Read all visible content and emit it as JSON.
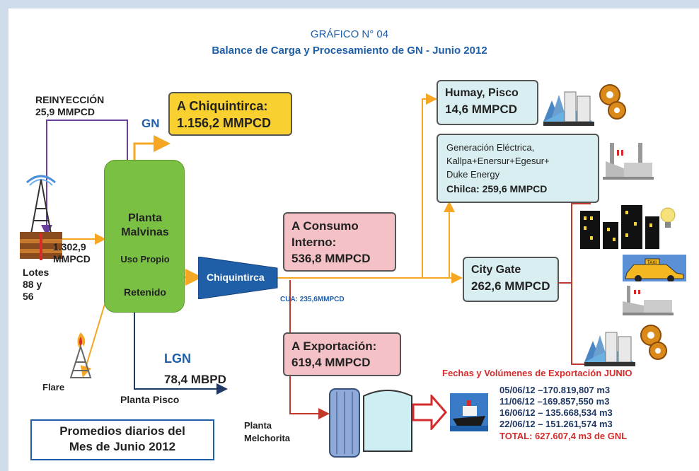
{
  "header": {
    "figure_number": "GRÁFICO N° 04",
    "title": "Balance de Carga y Procesamiento de GN - Junio 2012"
  },
  "reinyeccion": {
    "label": "REINYECCIÓN",
    "value": "25,9 MMPCD"
  },
  "gn_label": "GN",
  "chiquintirca_box": {
    "line1": "A Chiquintirca:",
    "line2": "1.156,2 MMPCD"
  },
  "lotes": {
    "flow": "1.302,9",
    "unit": "MMPCD",
    "line1": "Lotes",
    "line2": "88 y",
    "line3": "56"
  },
  "flare_label": "Flare",
  "planta_malvinas": {
    "line1": "Planta",
    "line2": "Malvinas",
    "line3": "Uso Propio",
    "line4": "Retenido"
  },
  "lgn": {
    "label": "LGN",
    "value": "78,4 MBPD",
    "destination": "Planta Pisco"
  },
  "chiquintirca_node": "Chiquintirca",
  "cua_label": "CUA: 235,6MMPCD",
  "consumo_interno": {
    "line1": "A Consumo",
    "line2": "Interno:",
    "line3": "536,8 MMPCD"
  },
  "humay": {
    "line1": "Humay, Pisco",
    "line2": "14,6 MMPCD"
  },
  "generacion": {
    "line1": "Generación Eléctrica,",
    "line2": "Kallpa+Enersur+Egesur+",
    "line3": "Duke Energy",
    "line4": "Chilca: 259,6 MMPCD"
  },
  "city_gate": {
    "line1": "City Gate",
    "line2": "262,6 MMPCD"
  },
  "exportacion": {
    "line1": "A Exportación:",
    "line2": "619,4 MMPCD"
  },
  "melchorita": {
    "line1": "Planta",
    "line2": "Melchorita"
  },
  "promedios": {
    "line1": "Promedios diarios del",
    "line2": "Mes de Junio 2012"
  },
  "taxi_label": "TAXI",
  "export_dates": {
    "title": "Fechas y Volúmenes de Exportación JUNIO",
    "rows": [
      "05/06/12 –170.819,807 m3",
      "11/06/12 –169.857,550 m3",
      "16/06/12 – 135.668,534 m3",
      "22/06/12 – 151.261,574 m3"
    ],
    "total": "TOTAL: 627.607,4 m3 de GNL"
  },
  "colors": {
    "orange": "#f5a623",
    "purple": "#6b3fa0",
    "navy": "#1f3864",
    "red": "#c0392b",
    "green": "#7ac143",
    "yellow": "#f8d030",
    "pink": "#f4c2c6",
    "lightblue": "#d9eef0",
    "blue": "#1f5fa8"
  }
}
